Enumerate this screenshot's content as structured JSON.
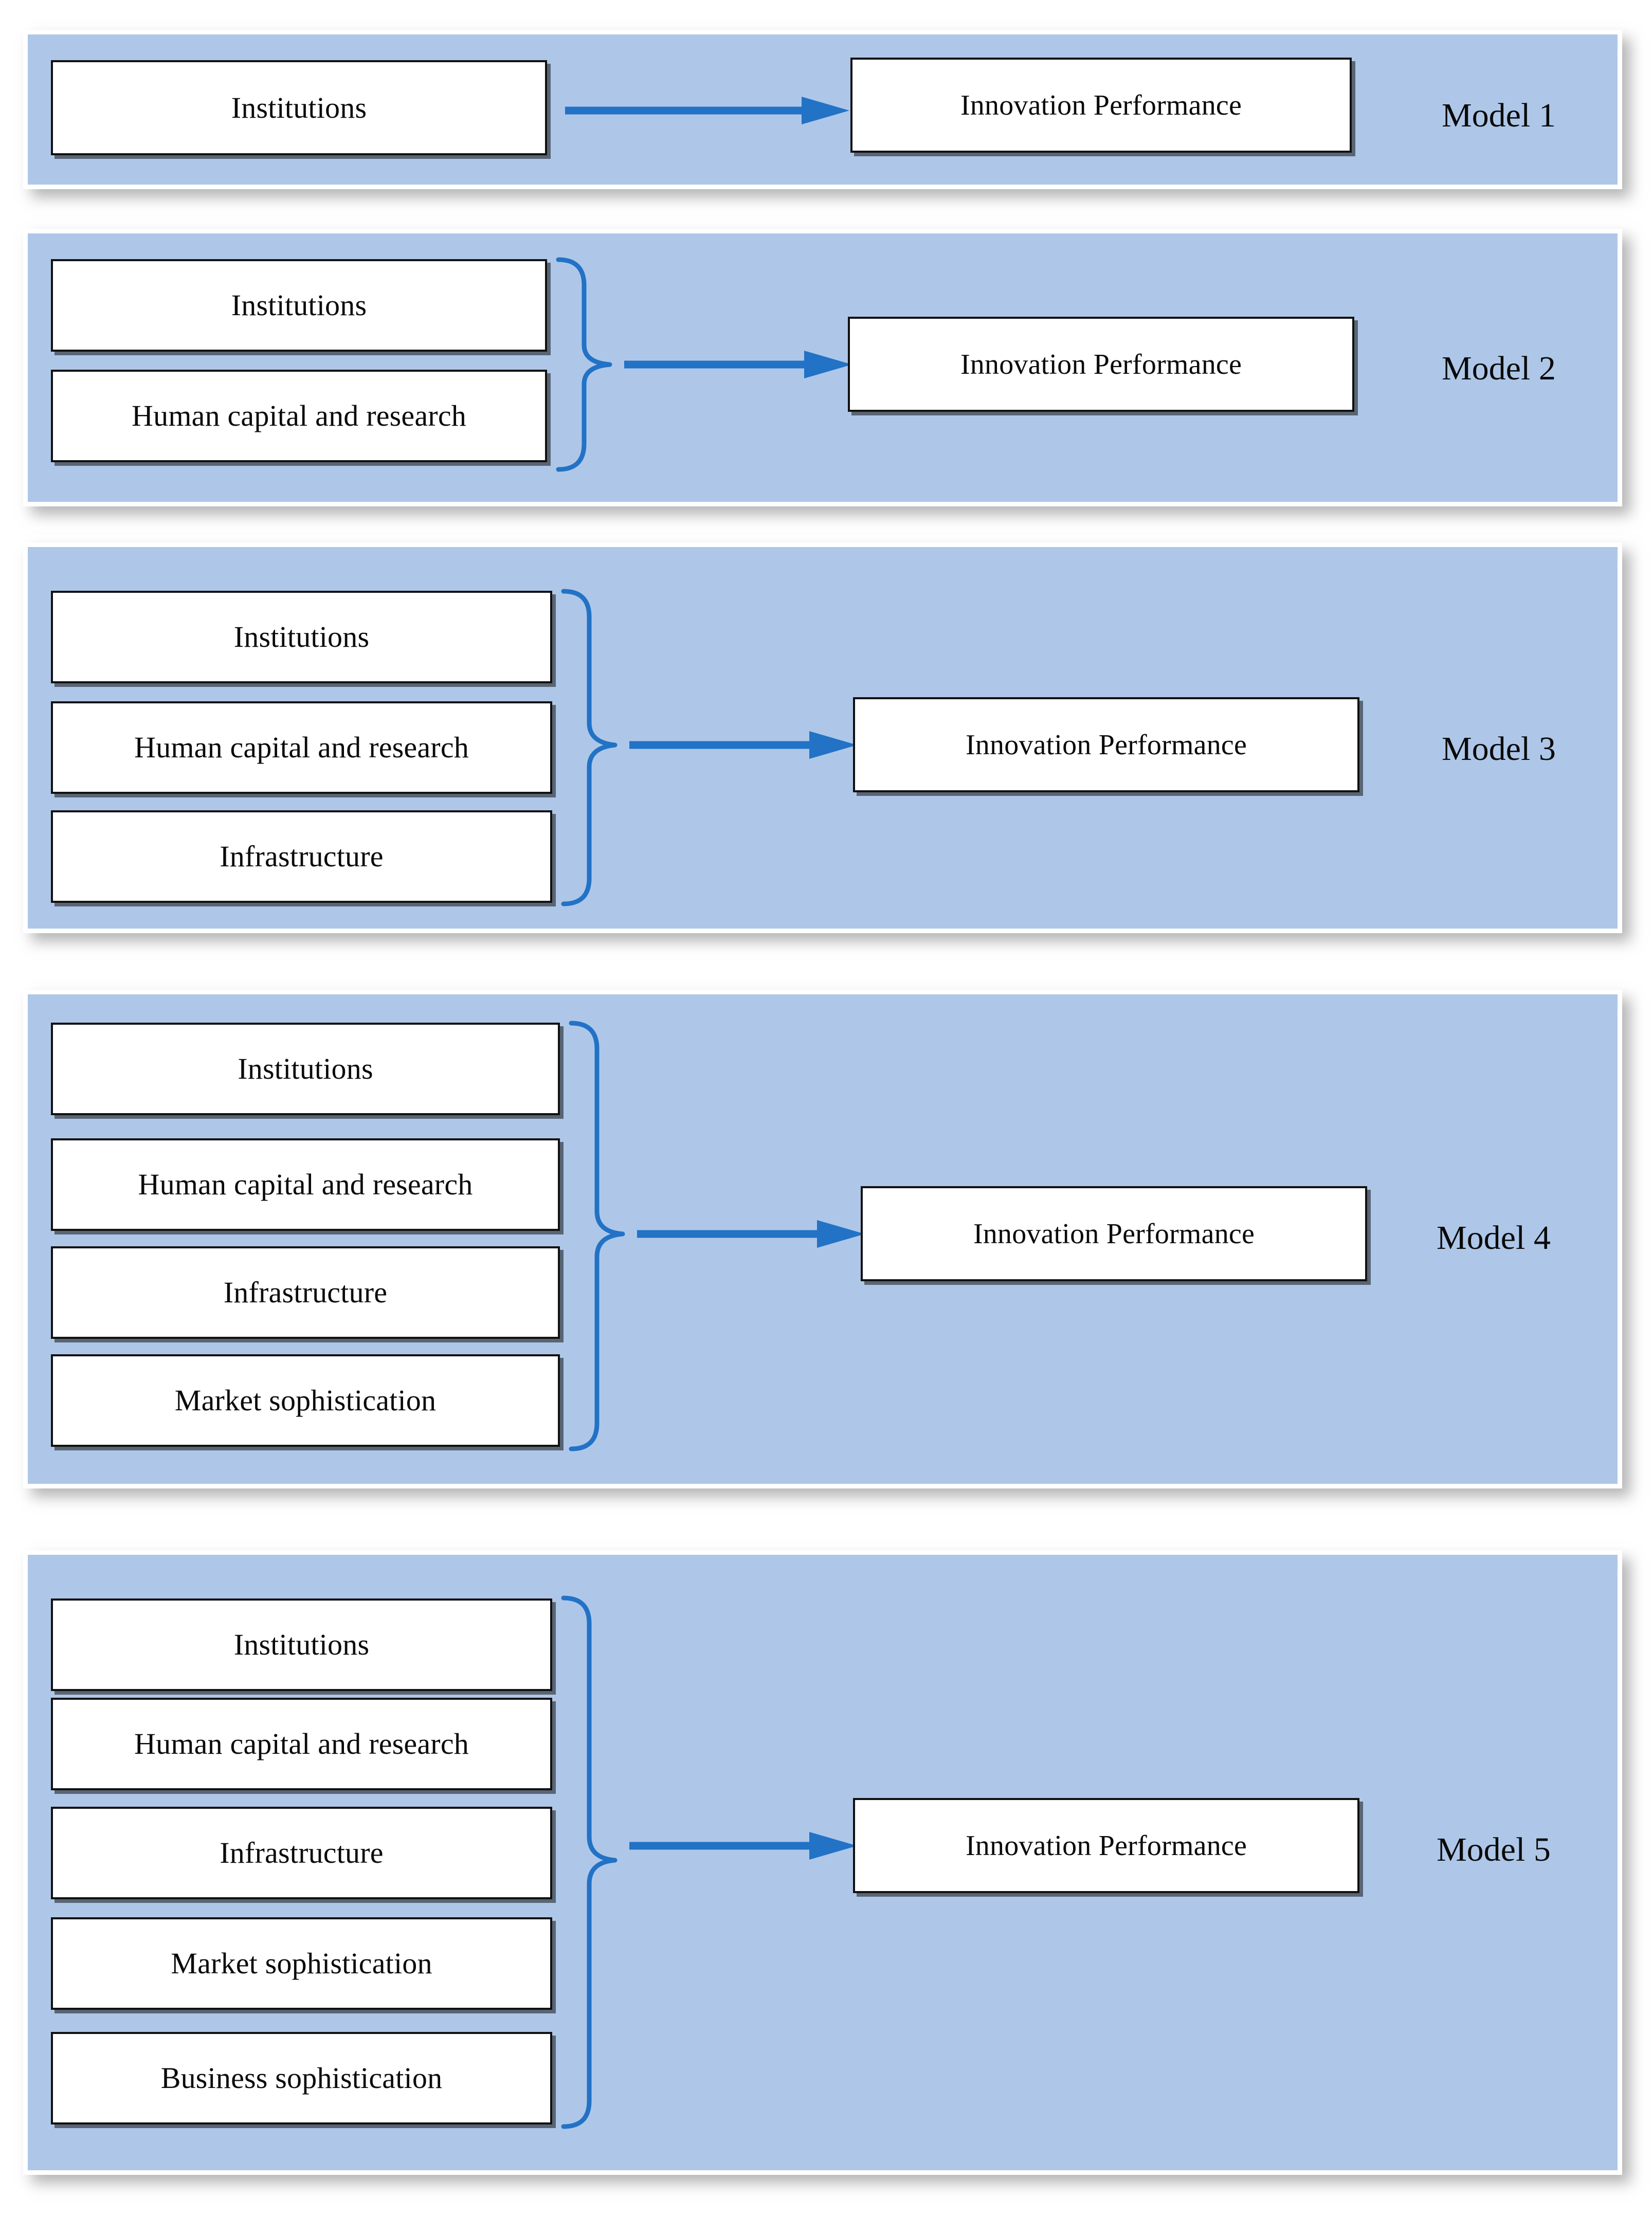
{
  "figure": {
    "type": "conceptual-model-diagram",
    "panel_count": 5,
    "colors": {
      "panel_background": "#aec7e8",
      "panel_border": "#ffffff",
      "box_background": "#ffffff",
      "box_border": "#111111",
      "connector_blue": "#2272c6",
      "text": "#0a0a0a"
    }
  },
  "labels": {
    "institutions": "Institutions",
    "human_capital": "Human capital and research",
    "infrastructure": "Infrastructure",
    "market_sophistication": "Market sophistication",
    "business_sophistication": "Business sophistication",
    "outcome": "Innovation Performance"
  },
  "models": [
    {
      "id": "model-1",
      "label": "Model 1",
      "predictors": [
        "Institutions"
      ],
      "outcome": "Innovation Performance",
      "connector": "arrow",
      "has_brace": false
    },
    {
      "id": "model-2",
      "label": "Model 2",
      "predictors": [
        "Institutions",
        "Human capital and research"
      ],
      "outcome": "Innovation Performance",
      "connector": "brace-arrow",
      "has_brace": true
    },
    {
      "id": "model-3",
      "label": "Model 3",
      "predictors": [
        "Institutions",
        "Human capital and research",
        "Infrastructure"
      ],
      "outcome": "Innovation Performance",
      "connector": "brace-arrow",
      "has_brace": true
    },
    {
      "id": "model-4",
      "label": "Model 4",
      "predictors": [
        "Institutions",
        "Human capital and research",
        "Infrastructure",
        "Market sophistication"
      ],
      "outcome": "Innovation Performance",
      "connector": "brace-arrow",
      "has_brace": true
    },
    {
      "id": "model-5",
      "label": "Model 5",
      "predictors": [
        "Institutions",
        "Human capital and research",
        "Infrastructure",
        "Market sophistication",
        "Business sophistication"
      ],
      "outcome": "Innovation Performance",
      "connector": "brace-arrow",
      "has_brace": true
    }
  ]
}
